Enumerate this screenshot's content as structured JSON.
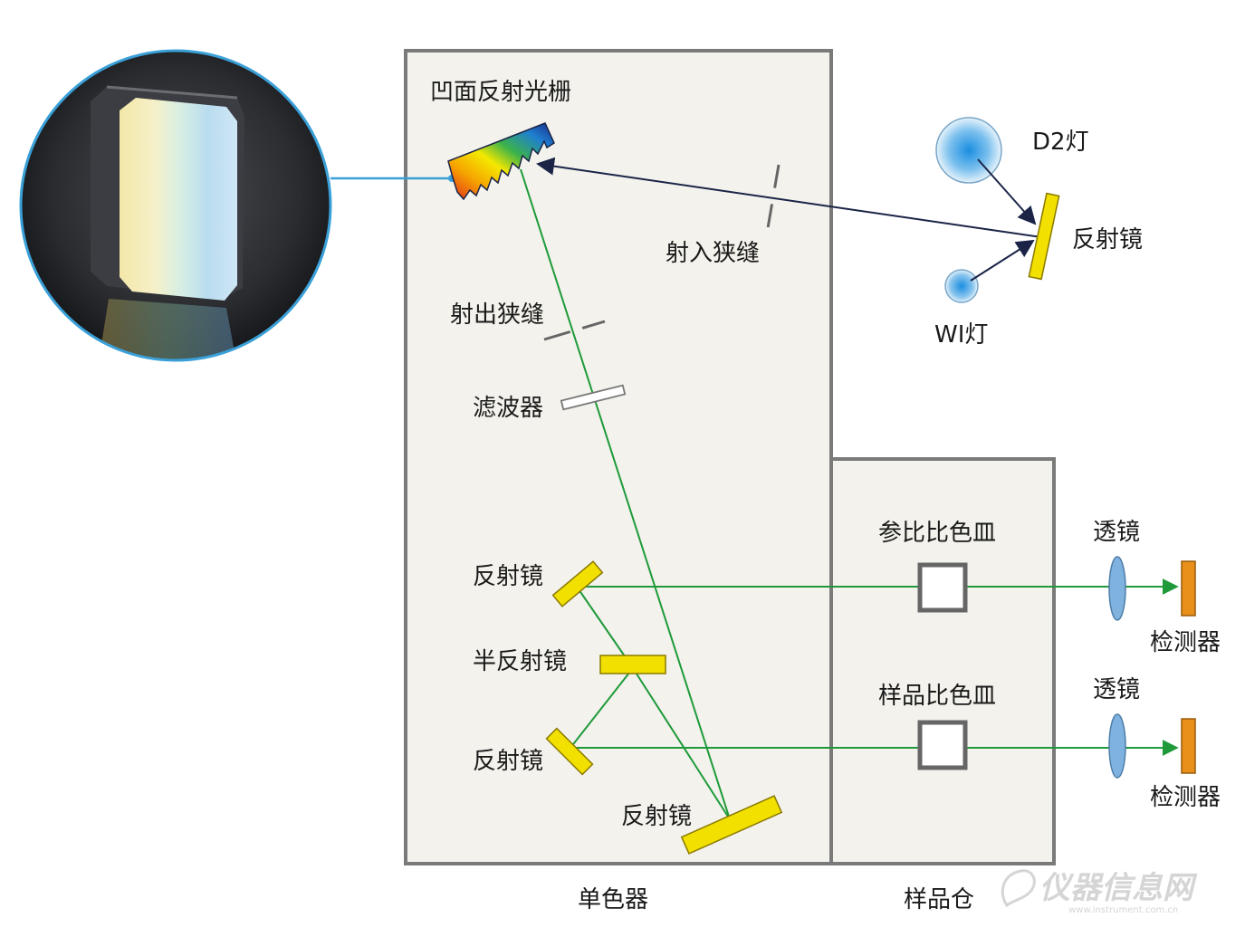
{
  "labels": {
    "grating": "凹面反射光栅",
    "entrance_slit": "射入狭缝",
    "exit_slit": "射出狭缝",
    "filter": "滤波器",
    "mirror_top_right": "反射镜",
    "d2_lamp": "D2灯",
    "wi_lamp": "WI灯",
    "mirror_upper_left": "反射镜",
    "half_mirror": "半反射镜",
    "mirror_lower_left": "反射镜",
    "mirror_bottom": "反射镜",
    "reference_cuvette": "参比比色皿",
    "sample_cuvette": "样品比色皿",
    "lens_top": "透镜",
    "lens_bottom": "透镜",
    "detector_top": "检测器",
    "detector_bottom": "检测器",
    "monochromator": "单色器",
    "sample_compartment": "样品仓"
  },
  "watermark": {
    "text": "仪器信息网",
    "sub": "www.instrument.com.cn"
  },
  "colors": {
    "panel_fill": "#f3f2ec",
    "panel_border": "#7a7a7a",
    "beam_green": "#1e9a3a",
    "beam_navy": "#1b2447",
    "mirror_yellow": "#f2e000",
    "mirror_border": "#8a7a00",
    "lens_blue": "#7fb2df",
    "detector_orange": "#e8901a",
    "lamp_blue": "#3a9ee6",
    "callout_blue": "#3aa0d8"
  }
}
